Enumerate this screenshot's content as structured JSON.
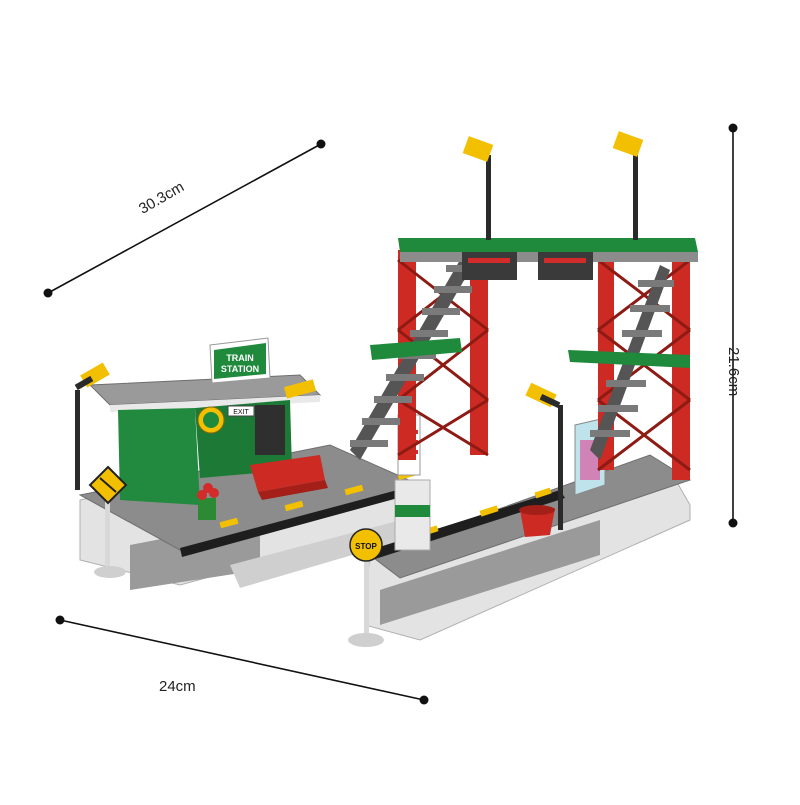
{
  "dimensions": {
    "depth": "30.3cm",
    "width": "24cm",
    "height": "21.6cm"
  },
  "signs": {
    "station_line1": "TRAIN",
    "station_line2": "STATION",
    "exit": "EXIT",
    "stop": "STOP"
  },
  "colors": {
    "dimension_line": "#111111",
    "platform_gray": "#8f8f8f",
    "base_white": "#e8e8e8",
    "green": "#1f8a3c",
    "red": "#cc2a22",
    "yellow": "#f2c000"
  }
}
